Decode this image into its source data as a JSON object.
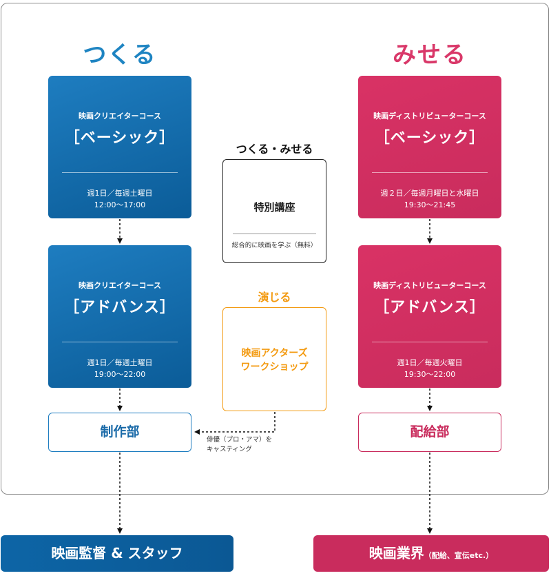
{
  "headings": {
    "create": "つくる",
    "show": "みせる"
  },
  "left": {
    "basic": {
      "course": "映画クリエイターコース",
      "level": "［ベーシック］",
      "day": "週1日／毎週土曜日",
      "time": "12:00〜17:00"
    },
    "advance": {
      "course": "映画クリエイターコース",
      "level": "［アドバンス］",
      "day": "週1日／毎週土曜日",
      "time": "19:00〜22:00"
    },
    "dept": "制作部"
  },
  "right": {
    "basic": {
      "course": "映画ディストリビューターコース",
      "level": "［ベーシック］",
      "day": "週２日／毎週月曜日と水曜日",
      "time": "19:30〜21:45"
    },
    "advance": {
      "course": "映画ディストリビューターコース",
      "level": "［アドバンス］",
      "day": "週1日／毎週火曜日",
      "time": "19:30〜22:00"
    },
    "dept": "配給部"
  },
  "center": {
    "special_label": "つくる・みせる",
    "special_title": "特別講座",
    "special_sub": "総合的に映画を学ぶ（無料）",
    "acting_label": "演じる",
    "acting_line1": "映画アクターズ",
    "acting_line2": "ワークショップ",
    "cast_line1": "俳優（プロ・アマ）を",
    "cast_line2": "キャスティング"
  },
  "outcomes": {
    "left": "映画監督 & スタッフ",
    "right_main": "映画業界",
    "right_sub": "（配給、宣伝etc.）"
  },
  "colors": {
    "blue": "#1e7dc0",
    "pink": "#c92c5d",
    "orange": "#f39a10"
  }
}
